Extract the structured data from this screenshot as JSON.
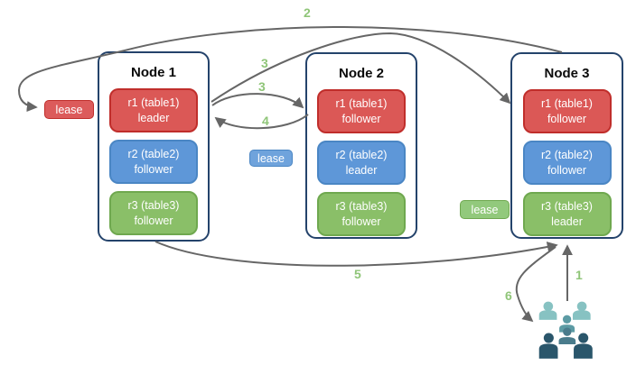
{
  "theme": {
    "red_fill": "#DB5856",
    "red_stroke": "#C02E2B",
    "blue_fill": "#5E97D8",
    "blue_stroke": "#4A86C4",
    "green_fill": "#8ABF68",
    "green_stroke": "#6FA84F",
    "lease_red_fill": "#DC5B5B",
    "lease_blue_fill": "#6FA3DC",
    "lease_green_fill": "#92C97C",
    "node_border": "#24436B",
    "arrow": "#666666",
    "step_label": "#8FC578",
    "title_text": "#0A0A0A",
    "box_text": "#FFFFFF",
    "people_light": "#87C2C2",
    "people_medium": "#5C9BA4",
    "people_slate": "#4A7C8C",
    "people_dark": "#2A566B"
  },
  "nodes": [
    {
      "title": "Node 1",
      "ranges": [
        {
          "line1": "r1 (table1)",
          "line2": "leader",
          "color": "red"
        },
        {
          "line1": "r2 (table2)",
          "line2": "follower",
          "color": "blue"
        },
        {
          "line1": "r3 (table3)",
          "line2": "follower",
          "color": "green"
        }
      ]
    },
    {
      "title": "Node 2",
      "ranges": [
        {
          "line1": "r1 (table1)",
          "line2": "follower",
          "color": "red"
        },
        {
          "line1": "r2 (table2)",
          "line2": "leader",
          "color": "blue"
        },
        {
          "line1": "r3 (table3)",
          "line2": "follower",
          "color": "green"
        }
      ]
    },
    {
      "title": "Node 3",
      "ranges": [
        {
          "line1": "r1 (table1)",
          "line2": "follower",
          "color": "red"
        },
        {
          "line1": "r2 (table2)",
          "line2": "follower",
          "color": "blue"
        },
        {
          "line1": "r3 (table3)",
          "line2": "leader",
          "color": "green"
        }
      ]
    }
  ],
  "leases": [
    {
      "label": "lease",
      "color": "red"
    },
    {
      "label": "lease",
      "color": "blue"
    },
    {
      "label": "lease",
      "color": "green"
    }
  ],
  "steps": {
    "s1": "1",
    "s2": "2",
    "s3a": "3",
    "s3b": "3",
    "s4": "4",
    "s5": "5",
    "s6": "6"
  },
  "icons": {
    "clients": "users-group-icon"
  }
}
